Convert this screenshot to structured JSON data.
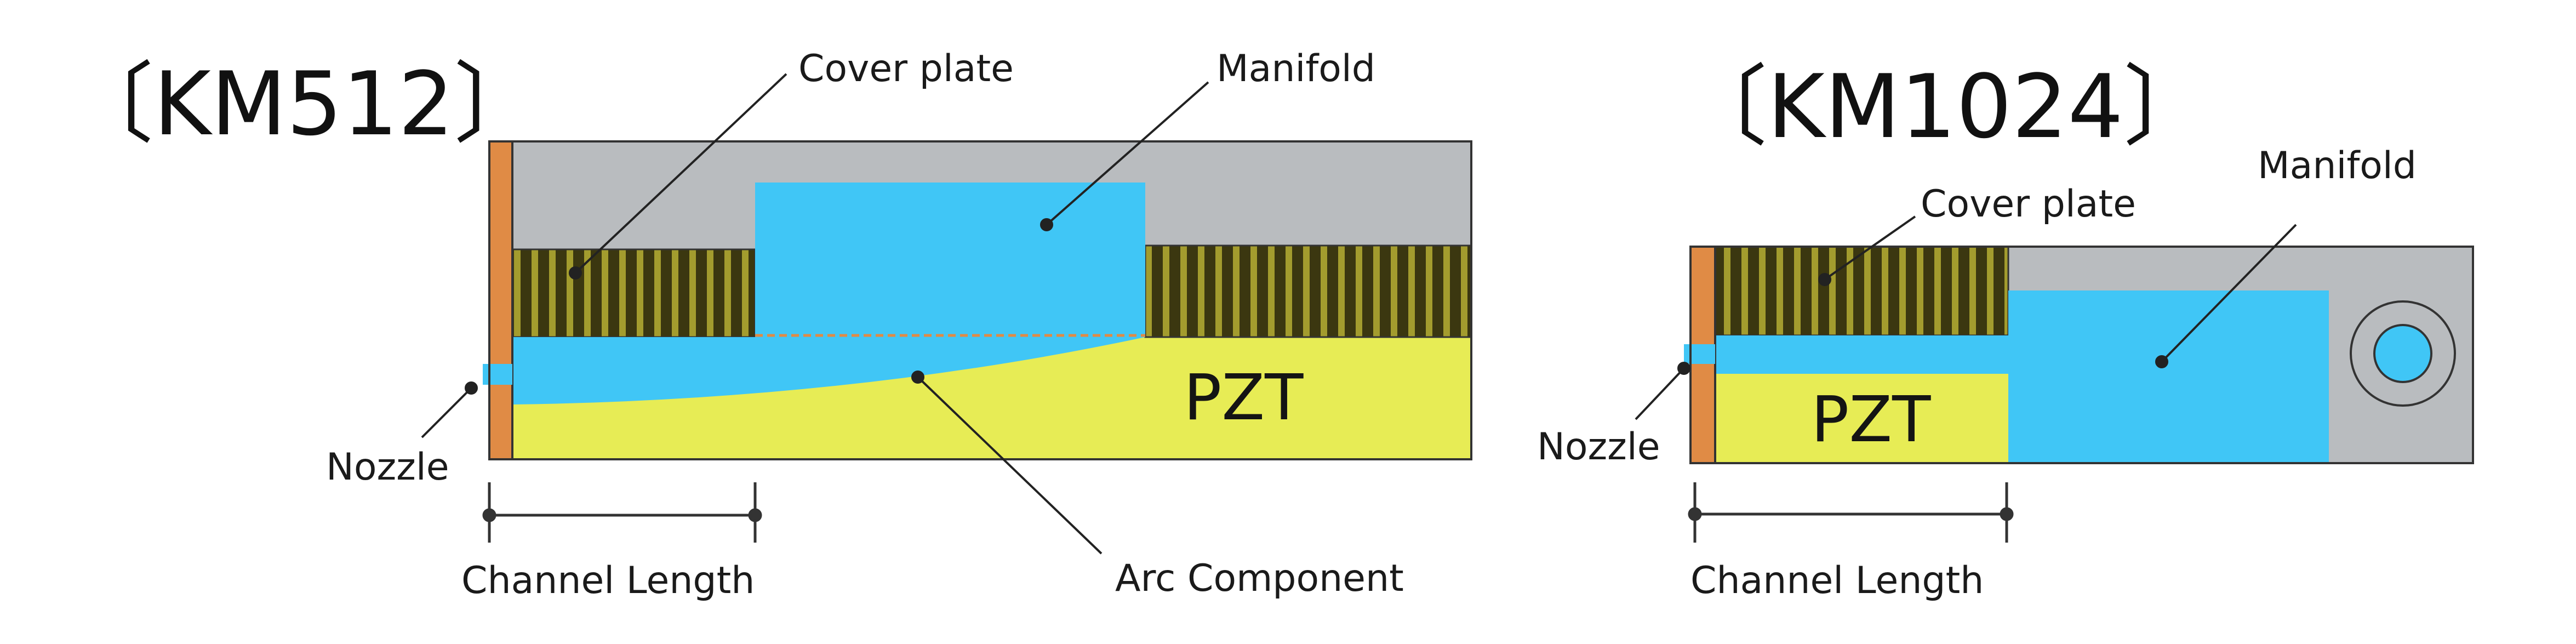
{
  "km512": {
    "title": "〔KM512〕",
    "cover_plate": "Cover plate",
    "manifold": "Manifold",
    "nozzle": "Nozzle",
    "pzt": "PZT",
    "channel_length": "Channel Length",
    "arc_component": "Arc Component"
  },
  "km1024": {
    "title": "〔KM1024〕",
    "cover_plate": "Cover plate",
    "manifold": "Manifold",
    "nozzle": "Nozzle",
    "pzt": "PZT",
    "channel_length": "Channel Length"
  },
  "colors": {
    "gray_body": "#b9bcbf",
    "blue_ink": "#40c6f6",
    "pzt_yellow": "#e7ec55",
    "cover_dark": "#3b3710",
    "cover_light": "#a39c2e",
    "nozzle_orange": "#e08b45",
    "outline": "#333333"
  }
}
